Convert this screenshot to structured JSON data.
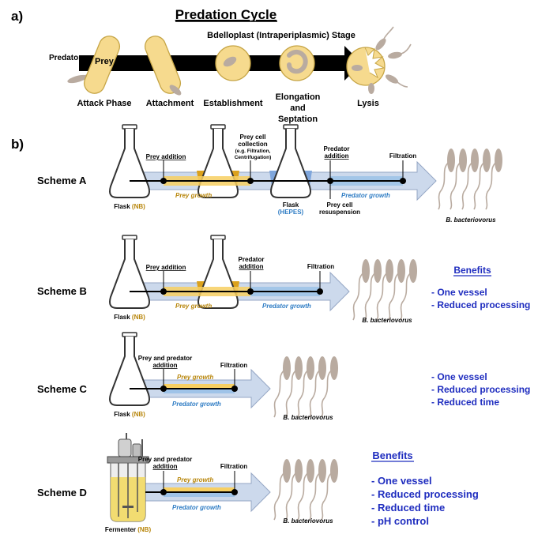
{
  "panel_a": {
    "letter": "a)",
    "title": "Predation Cycle",
    "stage_header": "Bdelloplast  (Intraperiplasmic)  Stage",
    "predator_label": "Predator",
    "prey_label": "Prey",
    "stages": {
      "attack": "Attack Phase",
      "attachment": "Attachment",
      "establishment": "Establishment",
      "elongation": [
        "Elongation",
        "and",
        "Septation"
      ],
      "lysis": "Lysis"
    }
  },
  "panel_b": {
    "letter": "b)",
    "schemes": {
      "a": {
        "name": "Scheme A",
        "prey_addition": "Prey addition",
        "prey_growth": "Prey growth",
        "collection": [
          "Prey cell",
          "collection",
          "(e.g. Filtration,",
          "Centrifugation)"
        ],
        "predator_addition": [
          "Predator",
          "addition"
        ],
        "resuspension": [
          "Prey cell",
          "resuspension"
        ],
        "predator_growth": "Predator growth",
        "filtration": "Filtration",
        "flask1_label": "Flask",
        "flask1_medium": "(NB)",
        "flask3_label": "Flask",
        "flask3_medium": "(HEPES)",
        "organism": "B. bacteriovorus"
      },
      "b": {
        "name": "Scheme B",
        "prey_addition": "Prey addition",
        "prey_growth": "Prey growth",
        "predator_addition": [
          "Predator",
          "addition"
        ],
        "predator_growth": "Predator growth",
        "filtration": "Filtration",
        "flask_label": "Flask",
        "flask_medium": "(NB)",
        "organism": "B. bacteriovorus",
        "benefits_title": "Benefits",
        "benefits": [
          "- One vessel",
          "- Reduced processing"
        ]
      },
      "c": {
        "name": "Scheme C",
        "addition": [
          "Prey and predator",
          "addition"
        ],
        "prey_growth": "Prey growth",
        "predator_growth": "Predator growth",
        "filtration": "Filtration",
        "flask_label": "Flask",
        "flask_medium": "(NB)",
        "organism": "B. bacteriovorus",
        "benefits": [
          "- One vessel",
          "- Reduced processing",
          "- Reduced time"
        ]
      },
      "d": {
        "name": "Scheme D",
        "addition": [
          "Prey and predator",
          "addition"
        ],
        "prey_growth": "Prey growth",
        "predator_growth": "Predator growth",
        "filtration": "Filtration",
        "vessel_label": "Fermenter",
        "vessel_medium": "(NB)",
        "organism": "B. bacteriovorus",
        "benefits_title": "Benefits",
        "benefits": [
          "- One vessel",
          "- Reduced processing",
          "- Reduced time",
          "- pH control"
        ]
      }
    }
  },
  "colors": {
    "yellow_medium": "#ffe68a",
    "orange_medium": "#dba11c",
    "blue_medium": "#7fa6dc",
    "prey_fill": "#f6da8e",
    "prey_growth_text": "#b8860b",
    "predator_growth_text": "#2e7cc4",
    "benefits_text": "#1f2dbf",
    "arrow_fill": "#ccd9ec",
    "predator_cell": "#b9aba0"
  }
}
